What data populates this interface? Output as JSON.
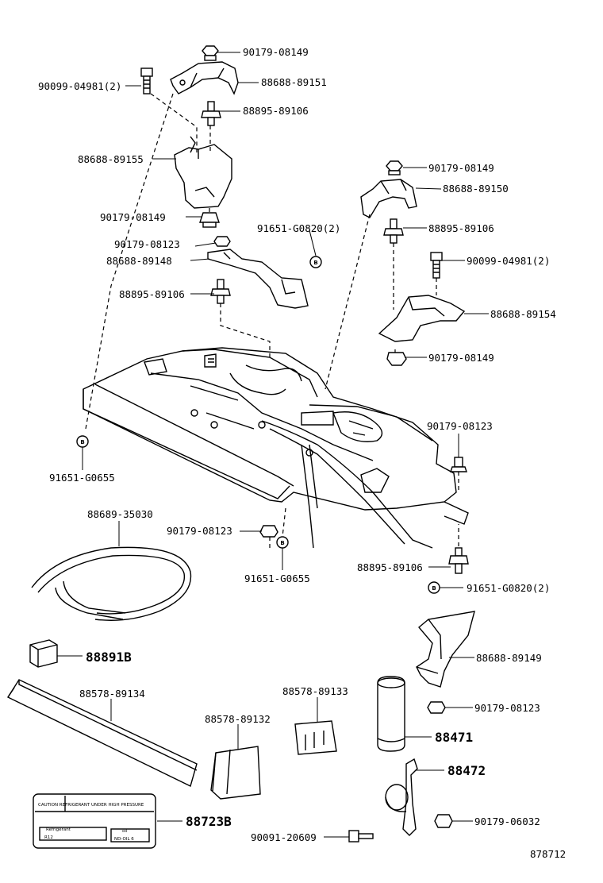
{
  "parts": {
    "p1": "90179-08149",
    "p2": "90099-04981(2)",
    "p3": "88688-89151",
    "p4": "88895-89106",
    "p5": "88688-89155",
    "p6": "90179-08149",
    "p7": "90179-08149",
    "p8": "88688-89150",
    "p9": "90179-08123",
    "p10": "91651-G0820(2)",
    "p11": "88895-89106",
    "p12": "88688-89148",
    "p13": "90099-04981(2)",
    "p14": "88895-89106",
    "p15": "88688-89154",
    "p16": "90179-08149",
    "p17": "91651-G0655",
    "p18": "90179-08123",
    "p19": "88689-35030",
    "p20": "90179-08123",
    "p21": "91651-G0655",
    "p22": "88895-89106",
    "p23": "91651-G0820(2)",
    "p24": "88891B",
    "p25": "88688-89149",
    "p26": "88578-89134",
    "p27": "88578-89133",
    "p28": "90179-08123",
    "p29": "88578-89132",
    "p30": "88471",
    "p31": "88472",
    "p32": "88723B",
    "p33": "90179-06032",
    "p34": "90091-20609"
  },
  "circle_marker": "B",
  "caution_label": {
    "header": "CAUTION REFRIGERANT UNDER HIGH PRESSURE",
    "refrigerant_title": "Refrigerant",
    "refrigerant_value": "R12",
    "oil_title": "oil",
    "oil_value": "ND-OIL 6"
  },
  "figure_number": "878712"
}
